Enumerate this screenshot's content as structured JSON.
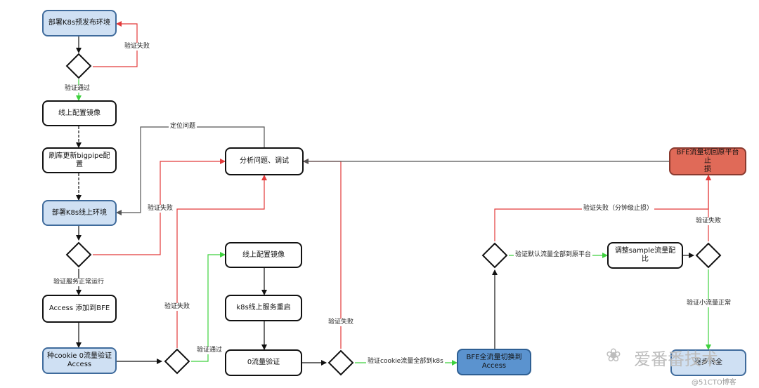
{
  "nodes": {
    "deploy_pre": "部署K8s预发布环境",
    "online_image_1": "线上配置镜像",
    "refresh_bigpipe": "刷库更新bigpipe配置",
    "deploy_online": "部署K8s线上环境",
    "access_bfe": "Access 添加到BFE",
    "cookie_zero": "种cookie 0流量验证\nAccess",
    "analyze": "分析问题、调试",
    "online_image_2": "线上配置镜像",
    "k8s_restart": "k8s线上服务重启",
    "zero_verify": "0流量验证",
    "bfe_full": "BFE全流量切换到\nAccess",
    "adjust_sample": "调整sample流量配比",
    "bfe_rollback": "BFE流量切回原平台止\n损",
    "gradual": "逐步转全"
  },
  "labels": {
    "fail_1": "验证失败",
    "pass_1": "验证通过",
    "locate": "定位问题",
    "fail_2": "验证失败",
    "service_ok": "验证服务正常运行",
    "fail_3": "验证失败",
    "pass_2": "验证通过",
    "fail_4": "验证失败",
    "cookie_all": "验证cookie流量全部到k8s",
    "default_all": "验证默认流量全部到原平台",
    "fail_minute": "验证失败（分钟级止损）",
    "fail_5": "验证失败",
    "small_ok": "验证小流量正常"
  },
  "watermark": {
    "brand": "爱番番技术",
    "site": "@51CTO博客"
  },
  "colors": {
    "normal": "#111111",
    "fail": "#e23a3a",
    "pass": "#3ed13e",
    "feedback": "#555555",
    "node_blue": "#cfe0f3",
    "node_blue_dark": "#5b93cf",
    "node_red": "#e06a58"
  }
}
